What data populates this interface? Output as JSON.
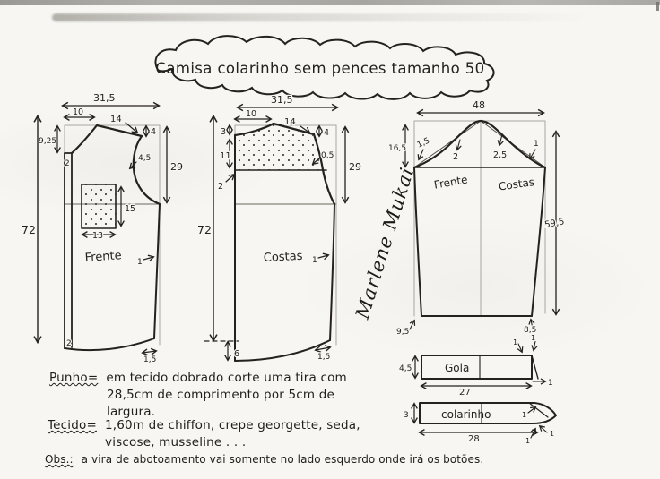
{
  "meta": {
    "ink": "#25221d",
    "paper": "#f7f6f2"
  },
  "title": {
    "text": "Camisa colarinho sem pences tamanho 50"
  },
  "signature": {
    "text": "Marlene Mukai"
  },
  "frente": {
    "label": "Frente",
    "width": "31,5",
    "shoulder_width": "10",
    "shoulder_slope": "14",
    "neck_depth": "9,25",
    "placket_width": "2",
    "shoulder_drop": "4",
    "armhole_notch": "4,5",
    "armhole_depth": "29",
    "length": "72",
    "pocket_height": "15",
    "pocket_width": "13",
    "hem_left": "2",
    "hem_right": "1,5",
    "side_notch": "1"
  },
  "costas": {
    "label": "Costas",
    "width": "31,5",
    "shoulder_width": "10",
    "shoulder_slope": "14",
    "neck_depth": "3",
    "yoke_height": "11",
    "yoke_notch": "2",
    "shoulder_drop": "4",
    "armhole_notch": "0,5",
    "armhole_depth": "29",
    "length": "72",
    "hem_drop": "6",
    "hem_right": "1,5",
    "side_notch": "1"
  },
  "manga": {
    "front_label": "Frente",
    "back_label": "Costas",
    "width": "48",
    "cap_height": "16,5",
    "notch_1": "1,5",
    "notch_2": "2",
    "notch_3": "2,5",
    "notch_4": "1",
    "length": "59,5",
    "cuff_left": "9,5",
    "cuff_right": "8,5"
  },
  "gola": {
    "label": "Gola",
    "height": "4,5",
    "width": "27",
    "notch_top_1": "1",
    "notch_top_2": "1",
    "notch_right": "1"
  },
  "colarinho": {
    "label": "colarinho",
    "height": "3",
    "width": "28",
    "notch_1": "1",
    "notch_2": "1",
    "notch_3": "1"
  },
  "notes": {
    "punho_term": "Punho=",
    "punho_line1": "em tecido dobrado corte uma tira com",
    "punho_line2": "28,5cm de  comprimento por 5cm de",
    "punho_line3": "largura.",
    "tecido_term": "Tecido=",
    "tecido_line1": "1,60m de chiffon, crepe georgette, seda,",
    "tecido_line2": "viscose, musseline . . .",
    "obs_term": "Obs.:",
    "obs_text": "a vira de abotoamento vai somente no lado esquerdo onde irá os botões."
  }
}
